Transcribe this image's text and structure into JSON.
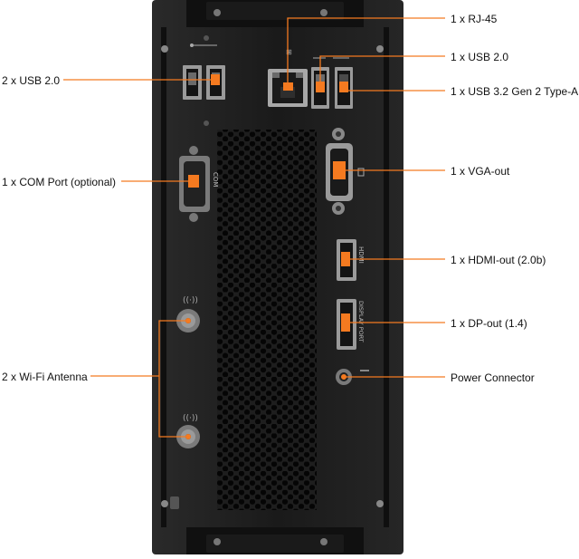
{
  "colors": {
    "accent": "#f47a20",
    "chassis": "#141414",
    "panel": "#1c1c1c",
    "port_silver": "#b8b8b8"
  },
  "labels": {
    "rj45": "1 x RJ-45",
    "usb20_single": "1 x USB 2.0",
    "usb32": "1 x USB 3.2 Gen 2 Type-A",
    "usb20_double": "2 x USB 2.0",
    "com": "1 x COM Port (optional)",
    "vga": "1 x VGA-out",
    "hdmi": "1 x HDMI-out (2.0b)",
    "dp": "1 x DP-out (1.4)",
    "power": "Power Connector",
    "wifi": "2 x Wi-Fi Antenna"
  },
  "port_markings": {
    "com": "COM",
    "hdmi": "HDMI",
    "dp": "DISPLAY PORT"
  }
}
